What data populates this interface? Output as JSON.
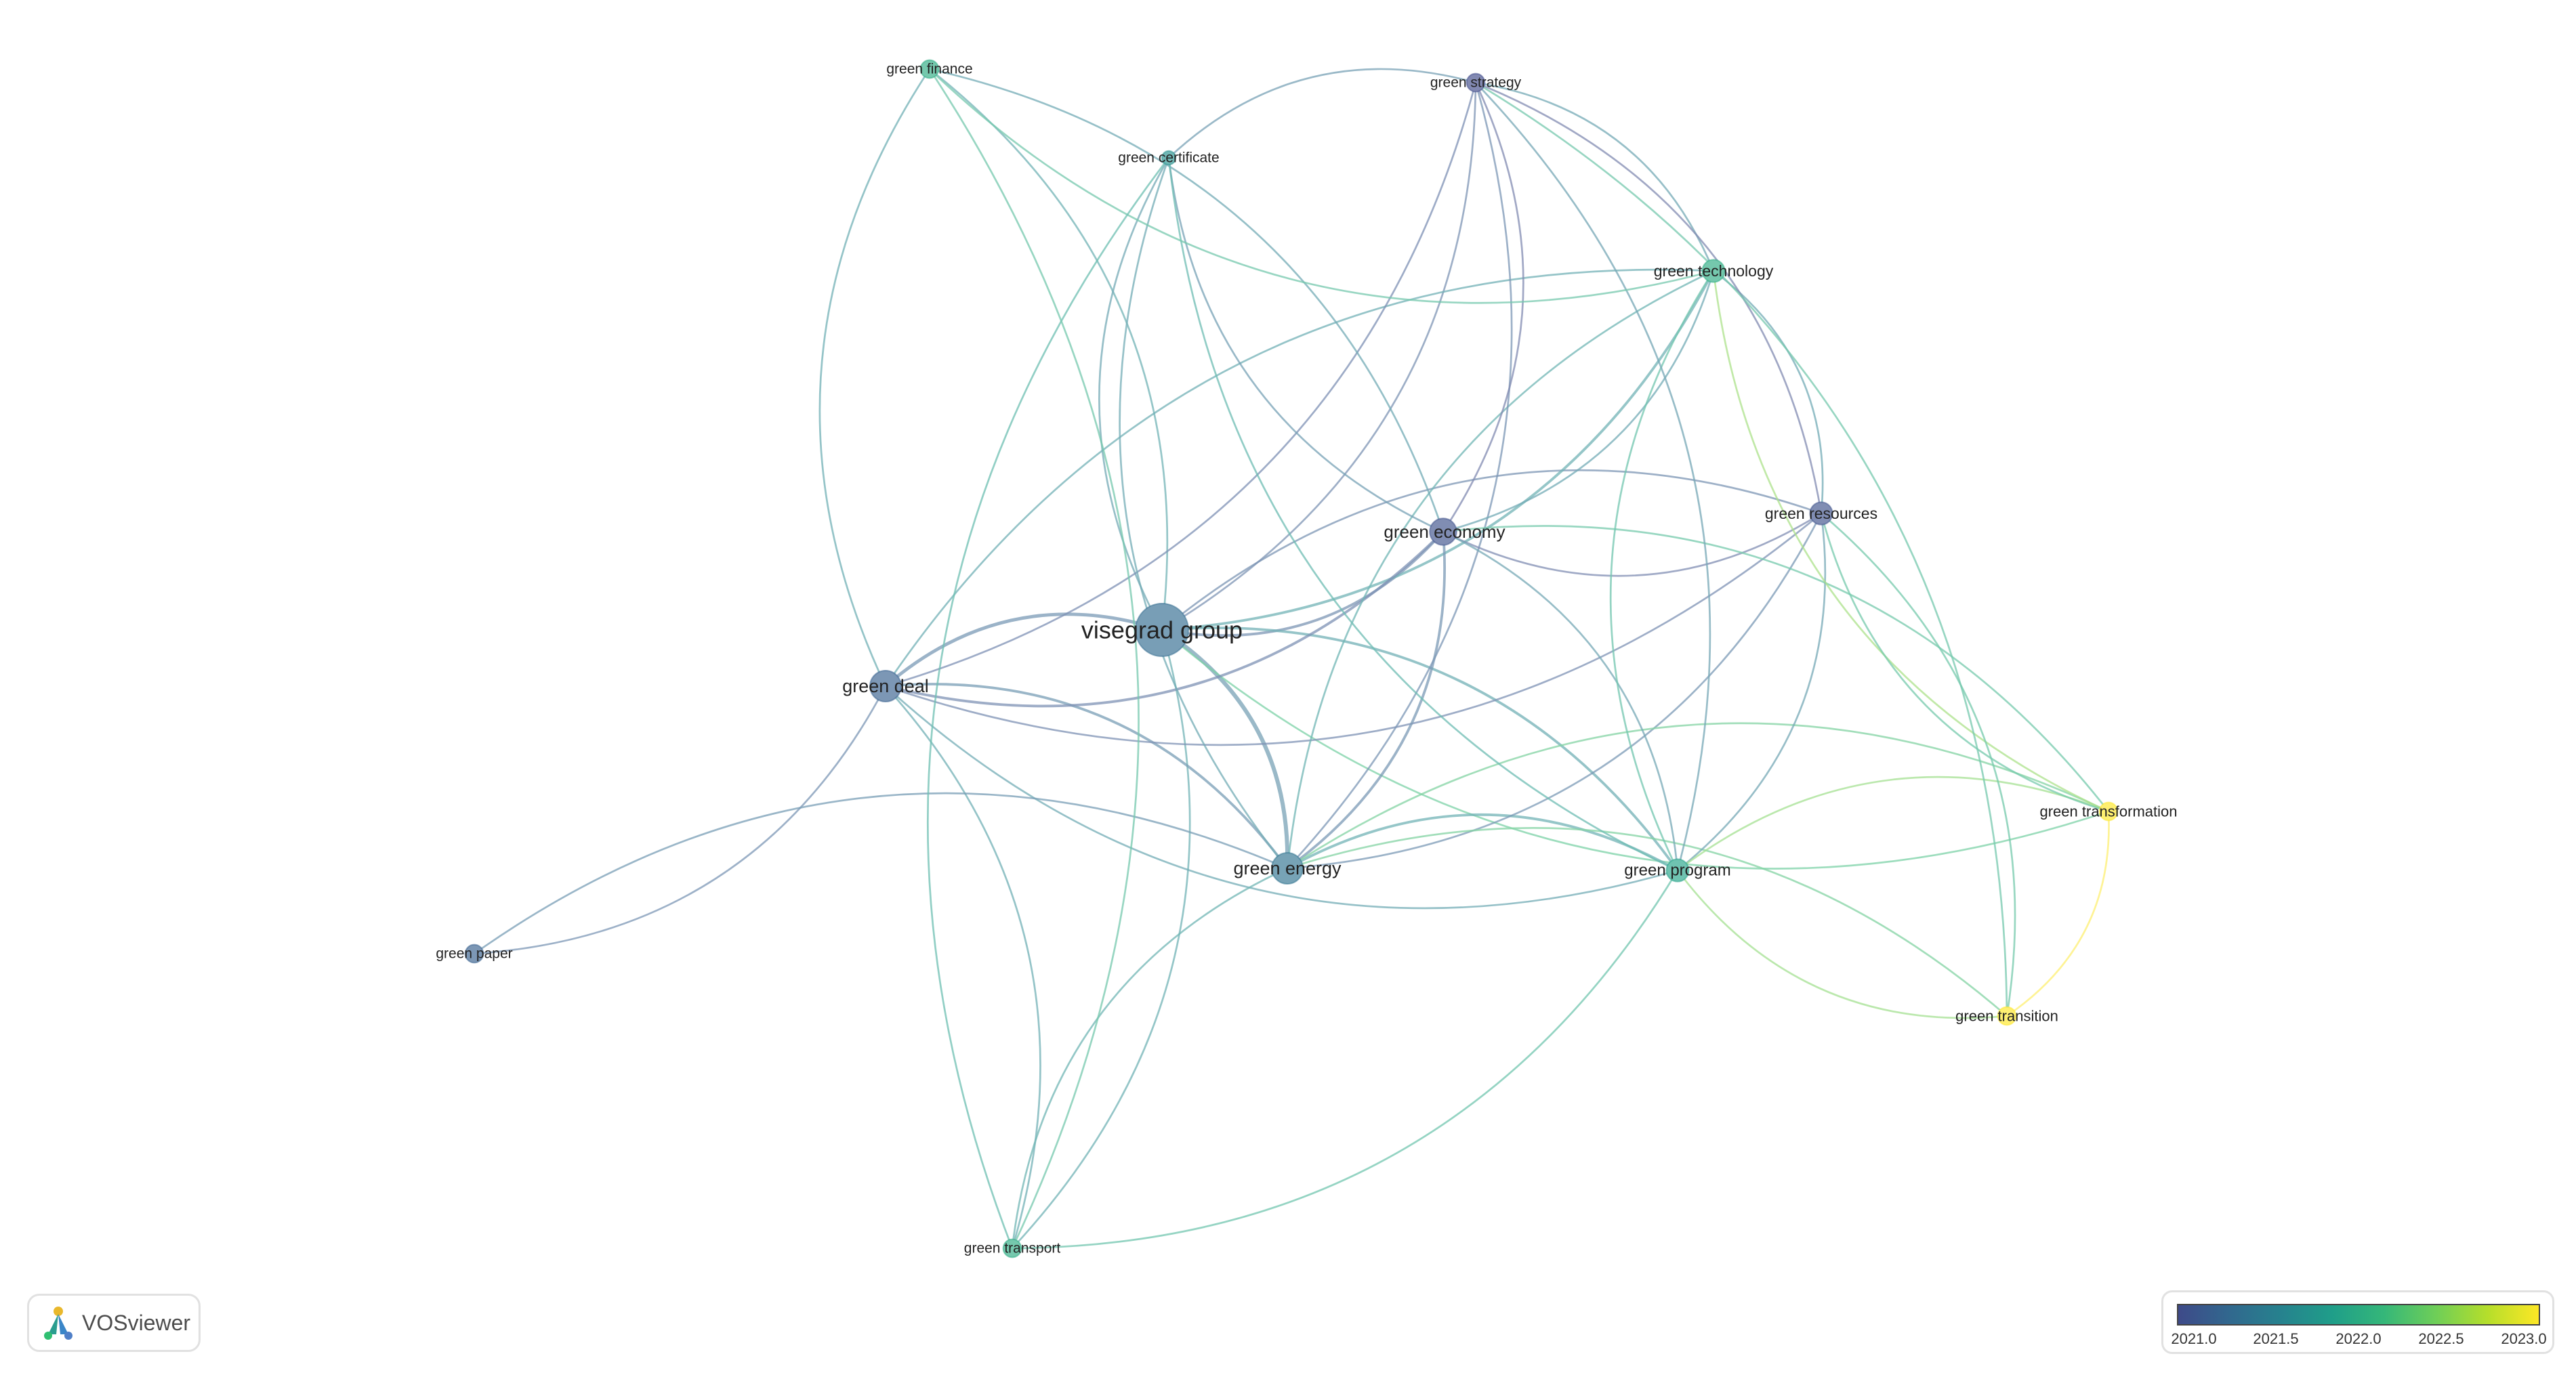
{
  "brand": {
    "name": "VOSviewer",
    "logo_icon": "vosviewer-logo-icon"
  },
  "legend": {
    "ticks": [
      "2021.0",
      "2021.5",
      "2022.0",
      "2022.5",
      "2023.0"
    ],
    "range": [
      2021.0,
      2023.0
    ],
    "colors": [
      "#3e4a89",
      "#31688e",
      "#26828e",
      "#1f9e89",
      "#35b779",
      "#6ece58",
      "#b5de2b",
      "#fde725"
    ]
  },
  "network": {
    "nodes": [
      {
        "id": "visegrad_group",
        "label": "visegrad group",
        "year": 2021.3,
        "weight": 10
      },
      {
        "id": "green_deal",
        "label": "green deal",
        "year": 2021.2,
        "weight": 5
      },
      {
        "id": "green_energy",
        "label": "green energy",
        "year": 2021.4,
        "weight": 5
      },
      {
        "id": "green_economy",
        "label": "green economy",
        "year": 2021.05,
        "weight": 4
      },
      {
        "id": "green_resources",
        "label": "green resources",
        "year": 2021.05,
        "weight": 3
      },
      {
        "id": "green_technology",
        "label": "green technology",
        "year": 2022.0,
        "weight": 3
      },
      {
        "id": "green_program",
        "label": "green program",
        "year": 2021.9,
        "weight": 3
      },
      {
        "id": "green_transformation",
        "label": "green transformation",
        "year": 2023.0,
        "weight": 2
      },
      {
        "id": "green_transition",
        "label": "green transition",
        "year": 2023.0,
        "weight": 2
      },
      {
        "id": "green_finance",
        "label": "green finance",
        "year": 2022.0,
        "weight": 2
      },
      {
        "id": "green_certificate",
        "label": "green certificate",
        "year": 2021.7,
        "weight": 1
      },
      {
        "id": "green_strategy",
        "label": "green strategy",
        "year": 2021.0,
        "weight": 2
      },
      {
        "id": "green_paper",
        "label": "green paper",
        "year": 2021.2,
        "weight": 2
      },
      {
        "id": "green_transport",
        "label": "green transport",
        "year": 2022.0,
        "weight": 2
      }
    ],
    "links": [
      [
        "visegrad_group",
        "green_deal",
        3
      ],
      [
        "visegrad_group",
        "green_energy",
        4
      ],
      [
        "visegrad_group",
        "green_economy",
        2
      ],
      [
        "visegrad_group",
        "green_resources",
        1
      ],
      [
        "visegrad_group",
        "green_technology",
        2
      ],
      [
        "visegrad_group",
        "green_program",
        2
      ],
      [
        "visegrad_group",
        "green_finance",
        1
      ],
      [
        "visegrad_group",
        "green_certificate",
        1
      ],
      [
        "visegrad_group",
        "green_strategy",
        1
      ],
      [
        "visegrad_group",
        "green_transport",
        1
      ],
      [
        "visegrad_group",
        "green_transformation",
        1
      ],
      [
        "green_deal",
        "green_energy",
        2
      ],
      [
        "green_deal",
        "green_economy",
        2
      ],
      [
        "green_deal",
        "green_paper",
        1
      ],
      [
        "green_deal",
        "green_resources",
        1
      ],
      [
        "green_deal",
        "green_technology",
        1
      ],
      [
        "green_deal",
        "green_program",
        1
      ],
      [
        "green_deal",
        "green_transport",
        1
      ],
      [
        "green_deal",
        "green_strategy",
        1
      ],
      [
        "green_deal",
        "green_finance",
        1
      ],
      [
        "green_energy",
        "green_economy",
        2
      ],
      [
        "green_energy",
        "green_program",
        2
      ],
      [
        "green_energy",
        "green_resources",
        1
      ],
      [
        "green_energy",
        "green_technology",
        1
      ],
      [
        "green_energy",
        "green_paper",
        1
      ],
      [
        "green_energy",
        "green_transition",
        1
      ],
      [
        "green_energy",
        "green_strategy",
        1
      ],
      [
        "green_energy",
        "green_certificate",
        1
      ],
      [
        "green_energy",
        "green_transport",
        1
      ],
      [
        "green_energy",
        "green_transformation",
        1
      ],
      [
        "green_economy",
        "green_resources",
        1
      ],
      [
        "green_economy",
        "green_program",
        1
      ],
      [
        "green_economy",
        "green_strategy",
        1
      ],
      [
        "green_economy",
        "green_certificate",
        1
      ],
      [
        "green_economy",
        "green_technology",
        1
      ],
      [
        "green_economy",
        "green_transformation",
        1
      ],
      [
        "green_economy",
        "green_finance",
        1
      ],
      [
        "green_program",
        "green_technology",
        1
      ],
      [
        "green_program",
        "green_resources",
        1
      ],
      [
        "green_program",
        "green_transformation",
        1
      ],
      [
        "green_program",
        "green_transition",
        1
      ],
      [
        "green_program",
        "green_transport",
        1
      ],
      [
        "green_program",
        "green_strategy",
        1
      ],
      [
        "green_program",
        "green_certificate",
        1
      ],
      [
        "green_technology",
        "green_strategy",
        1
      ],
      [
        "green_technology",
        "green_resources",
        1
      ],
      [
        "green_technology",
        "green_transformation",
        1
      ],
      [
        "green_technology",
        "green_finance",
        1
      ],
      [
        "green_resources",
        "green_strategy",
        1
      ],
      [
        "green_resources",
        "green_transition",
        1
      ],
      [
        "green_resources",
        "green_transformation",
        1
      ],
      [
        "green_strategy",
        "green_transition",
        1
      ],
      [
        "green_strategy",
        "green_certificate",
        1
      ],
      [
        "green_transformation",
        "green_transition",
        1
      ],
      [
        "green_certificate",
        "green_transport",
        1
      ],
      [
        "green_finance",
        "green_transport",
        1
      ]
    ]
  }
}
